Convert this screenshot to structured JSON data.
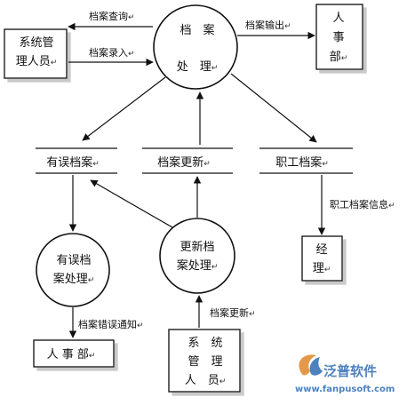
{
  "nodes": {
    "sys_admin_top": {
      "lines": [
        "系统管",
        "理人员"
      ],
      "ret": "↵"
    },
    "hr_top": {
      "lines": [
        "人",
        "事",
        "部"
      ],
      "ret": "↵"
    },
    "process_archive": {
      "lines": [
        "档　案",
        "处　理"
      ],
      "ret": "↵"
    },
    "manager": {
      "lines": [
        "经",
        "理"
      ],
      "ret": "↵"
    },
    "error_process": {
      "lines": [
        "有误档",
        "案处理"
      ],
      "ret": "↵"
    },
    "update_process": {
      "lines": [
        "更新档",
        "案处理"
      ],
      "ret": "↵"
    },
    "hr_bottom": {
      "label": "人 事 部",
      "ret": "↵"
    },
    "sys_admin_bottom": {
      "lines": [
        "系　统",
        "管　理",
        "人　员"
      ],
      "ret": "↵"
    }
  },
  "stores": {
    "error_archive": {
      "label": "有误档案",
      "ret": "↵"
    },
    "archive_update": {
      "label": "档案更新",
      "ret": "↵"
    },
    "employee_archive": {
      "label": "职工档案",
      "ret": "↵"
    }
  },
  "edges": {
    "query": {
      "label": "档案查询",
      "ret": "↵"
    },
    "entry": {
      "label": "档案录入",
      "ret": "↵"
    },
    "output": {
      "label": "档案输出",
      "ret": "↵"
    },
    "employee_info": {
      "label": "职工档案信息",
      "ret": "↵"
    },
    "error_notice": {
      "label": "档案错误通知",
      "ret": "↵"
    },
    "update": {
      "label": "档案更新",
      "ret": "↵"
    }
  },
  "watermark": {
    "brand_cn": "泛普软件",
    "url": "www.fanpusoft.com",
    "colors": {
      "brand": "#2f6db5",
      "accent": "#e0872a"
    }
  }
}
